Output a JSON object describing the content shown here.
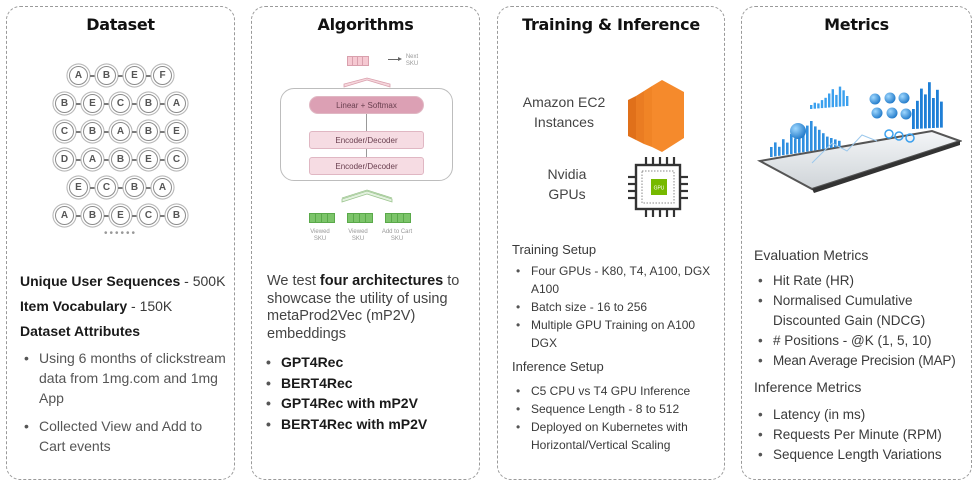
{
  "panels": {
    "dataset": {
      "title": "Dataset",
      "sequences": [
        [
          "A",
          "B",
          "E",
          "F"
        ],
        [
          "B",
          "E",
          "C",
          "B",
          "A"
        ],
        [
          "C",
          "B",
          "A",
          "B",
          "E"
        ],
        [
          "D",
          "A",
          "B",
          "E",
          "C"
        ],
        [
          "E",
          "C",
          "B",
          "A"
        ],
        [
          "A",
          "B",
          "E",
          "C",
          "B"
        ]
      ],
      "ellipsis": "••••••",
      "stats": [
        {
          "label": "Unique User Sequences",
          "value": " - 500K"
        },
        {
          "label": "Item Vocabulary",
          "value": " - 150K"
        }
      ],
      "attributes_heading": "Dataset Attributes",
      "attributes": [
        "Using 6 months of clickstream data from 1mg.com and 1mg App",
        "Collected View and Add to Cart events"
      ]
    },
    "algorithms": {
      "title": "Algorithms",
      "diagram": {
        "output_label": "Next SKU",
        "top_block": "Linear + Softmax",
        "blocks": [
          "Encoder/Decoder",
          "Encoder/Decoder"
        ],
        "inputs": [
          "Viewed SKU",
          "Viewed SKU",
          "Add to Cart SKU"
        ],
        "colors": {
          "output": "#f6c9d2",
          "top": "#dca0b4",
          "block": "#f6dce3",
          "input": "#7cc46a"
        }
      },
      "intro_pre": "We test ",
      "intro_bold": "four architectures",
      "intro_post": " to showcase the utility of using metaProd2Vec (mP2V) embeddings",
      "models": [
        "GPT4Rec",
        "BERT4Rec",
        "GPT4Rec with mP2V",
        "BERT4Rec with mP2V"
      ]
    },
    "training": {
      "title": "Training & Inference",
      "ec2_label": "Amazon EC2 Instances",
      "gpu_label": "Nvidia GPUs",
      "gpu_chip_text": "GPU",
      "colors": {
        "aws": "#f58a2c",
        "nvidia": "#76b900"
      },
      "training_heading": "Training Setup",
      "training_items": [
        "Four GPUs - K80, T4, A100, DGX A100",
        "Batch size - 16 to 256",
        "Multiple GPU Training on A100 DGX"
      ],
      "inference_heading": "Inference Setup",
      "inference_items": [
        "C5 CPU vs T4 GPU Inference",
        "Sequence Length - 8 to 512",
        "Deployed on Kubernetes with Horizontal/Vertical Scaling"
      ]
    },
    "metrics": {
      "title": "Metrics",
      "evaluation_heading": "Evaluation Metrics",
      "evaluation_items": [
        "Hit Rate (HR)",
        "Normalised Cumulative Discounted Gain (NDCG)",
        "# Positions - @K (1, 5, 10)",
        "Mean Average Precision (MAP)"
      ],
      "inference_heading": "Inference Metrics",
      "inference_items": [
        "Latency (in ms)",
        "Requests Per Minute (RPM)",
        "Sequence Length Variations"
      ]
    }
  }
}
